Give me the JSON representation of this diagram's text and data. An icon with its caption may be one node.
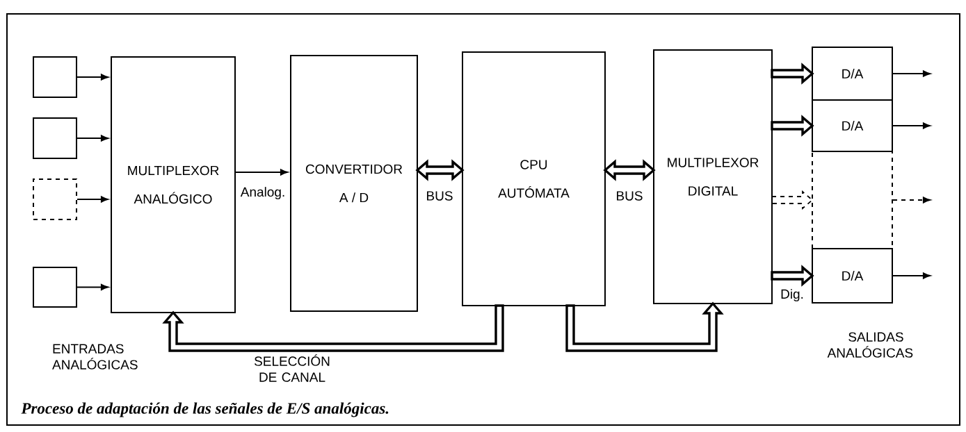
{
  "diagram": {
    "caption": "Proceso de adaptación de las señales de E/S analógicas.",
    "nodes": [
      {
        "text": [],
        "shape": "box"
      },
      {
        "text": [],
        "shape": "box"
      },
      {
        "text": [],
        "shape": "box"
      },
      {
        "text": [],
        "shape": "box"
      },
      {
        "text": [
          "MULTIPLEXOR",
          "ANALÓGICO"
        ]
      },
      {
        "text": [
          "CONVERTIDOR",
          "A / D"
        ]
      },
      {
        "text": [
          "CPU",
          "AUTÓMATA"
        ]
      },
      {
        "text": [
          "MULTIPLEXOR",
          "DIGITAL"
        ]
      },
      {
        "text": [
          "D/A"
        ]
      },
      {
        "text": [
          "D/A"
        ]
      },
      {
        "text": [],
        "shape": "box"
      },
      {
        "text": [
          "D/A"
        ]
      }
    ],
    "edges": [
      {
        "from": 0,
        "to": 4,
        "arrow": "to"
      },
      {
        "from": 1,
        "to": 4,
        "arrow": "to"
      },
      {
        "from": 2,
        "to": 4,
        "arrow": "to"
      },
      {
        "from": 3,
        "to": 4,
        "arrow": "to"
      },
      {
        "from": 4,
        "to": 5,
        "arrow": "to",
        "label": "Analog."
      },
      {
        "from": 5,
        "to": 6,
        "arrow": "both",
        "style": "thick",
        "label": "BUS"
      },
      {
        "from": 6,
        "to": 7,
        "arrow": "both",
        "style": "thick",
        "label": "BUS"
      },
      {
        "from": 7,
        "to": 8,
        "arrow": "to",
        "style": "thick"
      },
      {
        "from": 7,
        "to": 9,
        "arrow": "to",
        "style": "thick"
      },
      {
        "from": 7,
        "to": 10,
        "arrow": "to",
        "style": "dashed"
      },
      {
        "from": 7,
        "to": 11,
        "arrow": "to",
        "style": "thick",
        "label": "Dig."
      },
      {
        "from": 8,
        "to": null,
        "arrow": "to"
      },
      {
        "from": 9,
        "to": null,
        "arrow": "to"
      },
      {
        "from": 10,
        "to": null,
        "arrow": "to",
        "style": "dashed"
      },
      {
        "from": 11,
        "to": null,
        "arrow": "to"
      },
      {
        "from": 6,
        "to": 4,
        "arrow": "to",
        "style": "thick",
        "label": "SELECCIÓN DE CANAL"
      },
      {
        "from": 6,
        "to": 7,
        "arrow": "to",
        "style": "thick"
      }
    ],
    "labels": [
      "ENTRADAS ANALÓGICAS",
      "SALIDAS ANALÓGICAS"
    ]
  }
}
